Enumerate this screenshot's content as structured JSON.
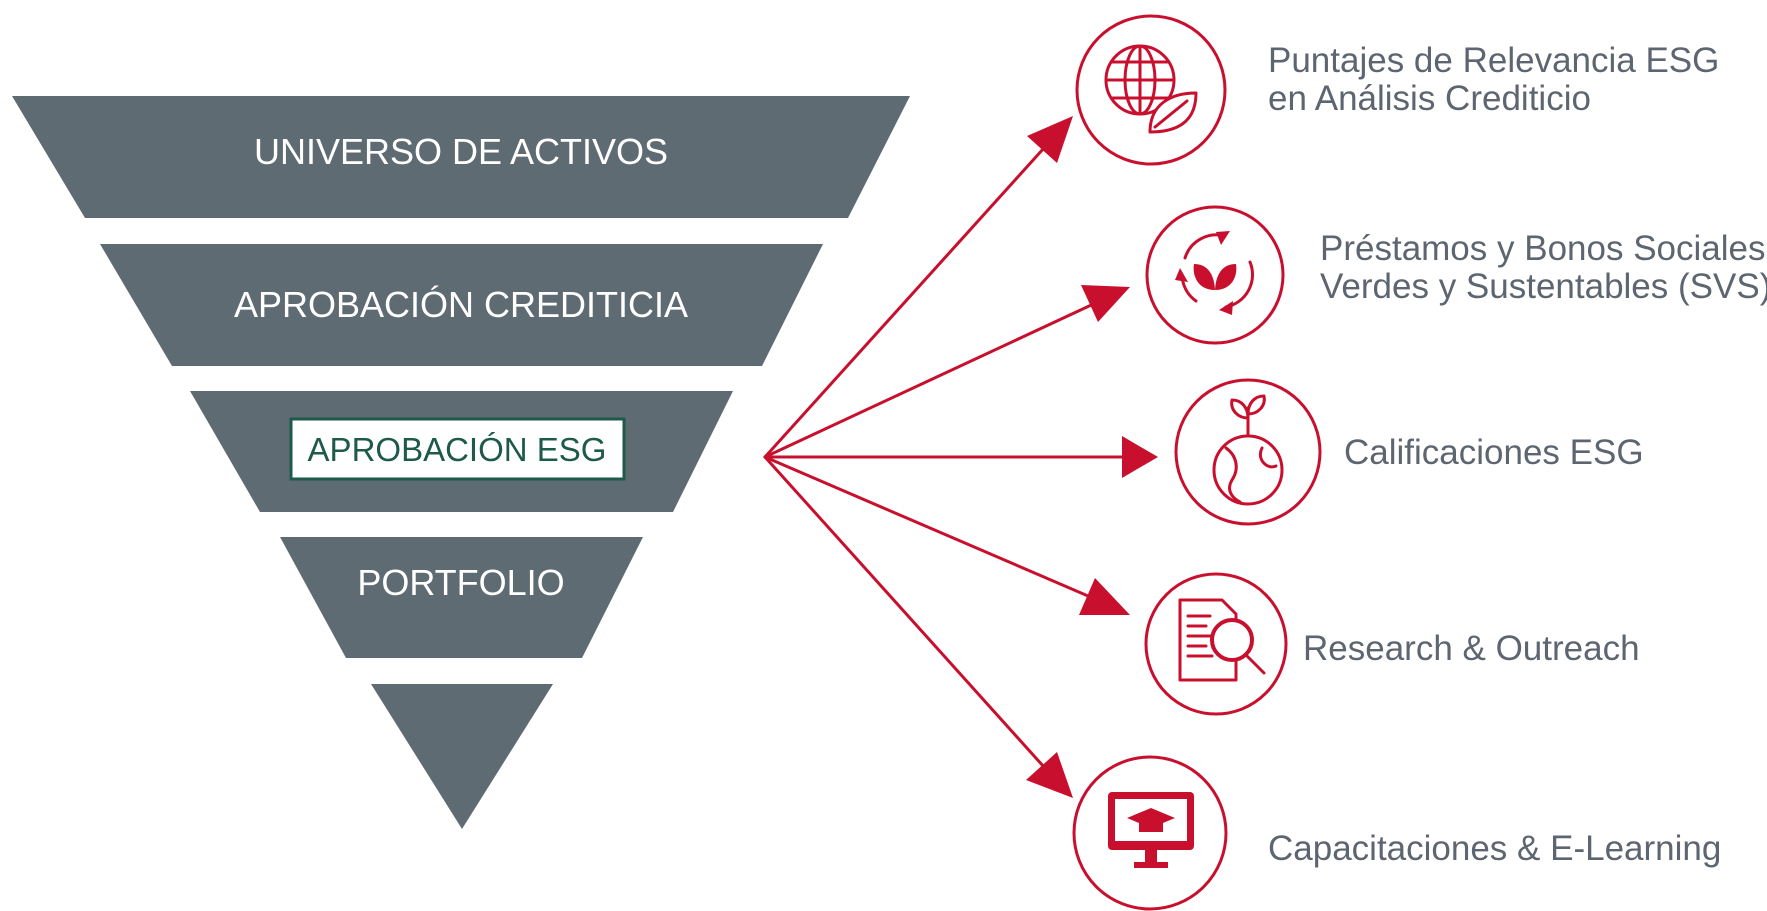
{
  "funnel": {
    "stages": [
      {
        "label": "UNIVERSO DE ACTIVOS"
      },
      {
        "label": "APROBACIÓN CREDITICIA"
      },
      {
        "label": "APROBACIÓN ESG"
      },
      {
        "label": "PORTFOLIO"
      }
    ]
  },
  "outcomes": [
    {
      "line1": "Puntajes de Relevancia ESG",
      "line2": "en Análisis Crediticio",
      "icon": "globe-leaf-icon"
    },
    {
      "line1": "Préstamos y Bonos Sociales,",
      "line2": "Verdes y Sustentables (SVS)",
      "icon": "recycle-leaf-icon"
    },
    {
      "line1": "Calificaciones ESG",
      "line2": "",
      "icon": "sprouting-earth-icon"
    },
    {
      "line1": "Research & Outreach",
      "line2": "",
      "icon": "document-magnifier-icon"
    },
    {
      "line1": "Capacitaciones & E-Learning",
      "line2": "",
      "icon": "monitor-graduation-cap-icon"
    }
  ],
  "colors": {
    "funnel": "#5f6b73",
    "accent_red": "#c8102e",
    "highlight_border": "#1e5a4a",
    "text_gray": "#5d6670"
  }
}
